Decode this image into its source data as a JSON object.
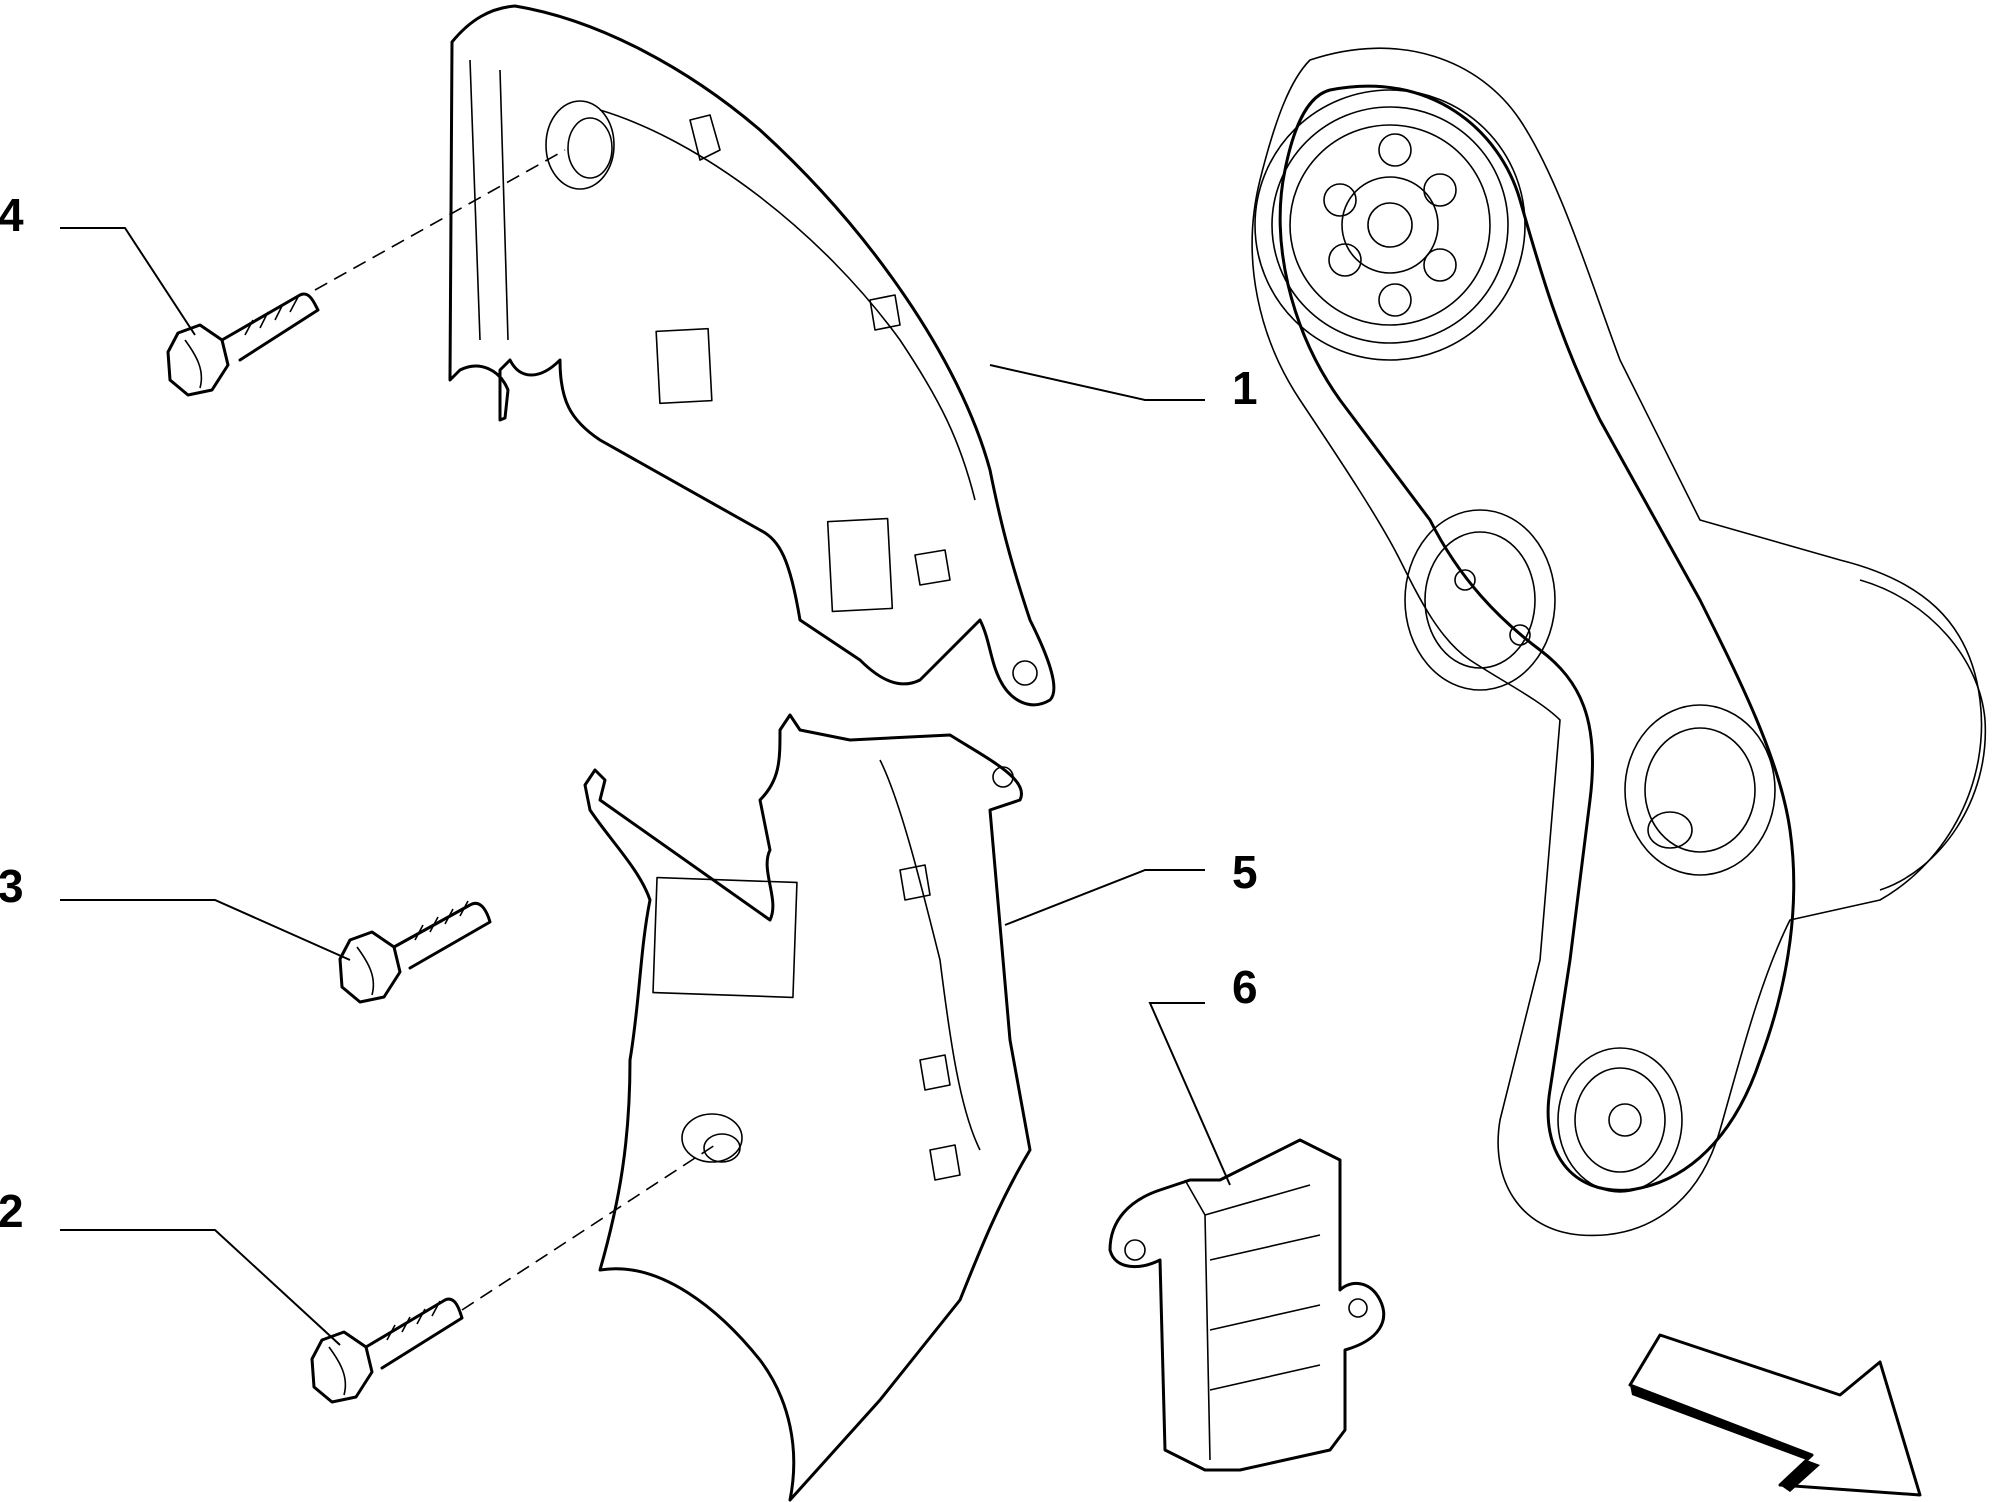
{
  "callouts": [
    {
      "number": "1"
    },
    {
      "number": "2"
    },
    {
      "number": "3"
    },
    {
      "number": "4"
    },
    {
      "number": "5"
    },
    {
      "number": "6"
    }
  ],
  "colors": {
    "line": "#000000",
    "background": "#ffffff"
  }
}
